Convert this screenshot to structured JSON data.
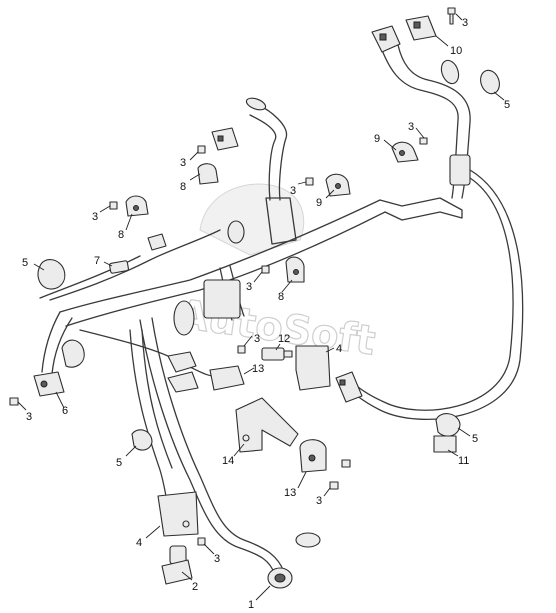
{
  "watermark": "AutoSoft",
  "callouts": [
    {
      "id": "c3a",
      "label": "3"
    },
    {
      "id": "c10",
      "label": "10"
    },
    {
      "id": "c5a",
      "label": "5"
    },
    {
      "id": "c3b",
      "label": "3"
    },
    {
      "id": "c9a",
      "label": "9"
    },
    {
      "id": "c3c",
      "label": "3"
    },
    {
      "id": "c8a",
      "label": "8"
    },
    {
      "id": "c3d",
      "label": "3"
    },
    {
      "id": "c9b",
      "label": "9"
    },
    {
      "id": "c3e",
      "label": "3"
    },
    {
      "id": "c8b",
      "label": "8"
    },
    {
      "id": "c5b",
      "label": "5"
    },
    {
      "id": "c7",
      "label": "7"
    },
    {
      "id": "c3f",
      "label": "3"
    },
    {
      "id": "c8c",
      "label": "8"
    },
    {
      "id": "c3g",
      "label": "3"
    },
    {
      "id": "c12",
      "label": "12"
    },
    {
      "id": "c4a",
      "label": "4"
    },
    {
      "id": "c13a",
      "label": "13"
    },
    {
      "id": "c6",
      "label": "6"
    },
    {
      "id": "c3h",
      "label": "3"
    },
    {
      "id": "c5c",
      "label": "5"
    },
    {
      "id": "c5d",
      "label": "5"
    },
    {
      "id": "c11",
      "label": "11"
    },
    {
      "id": "c14",
      "label": "14"
    },
    {
      "id": "c13b",
      "label": "13"
    },
    {
      "id": "c3i",
      "label": "3"
    },
    {
      "id": "c4b",
      "label": "4"
    },
    {
      "id": "c3j",
      "label": "3"
    },
    {
      "id": "c2",
      "label": "2"
    },
    {
      "id": "c1",
      "label": "1"
    }
  ]
}
